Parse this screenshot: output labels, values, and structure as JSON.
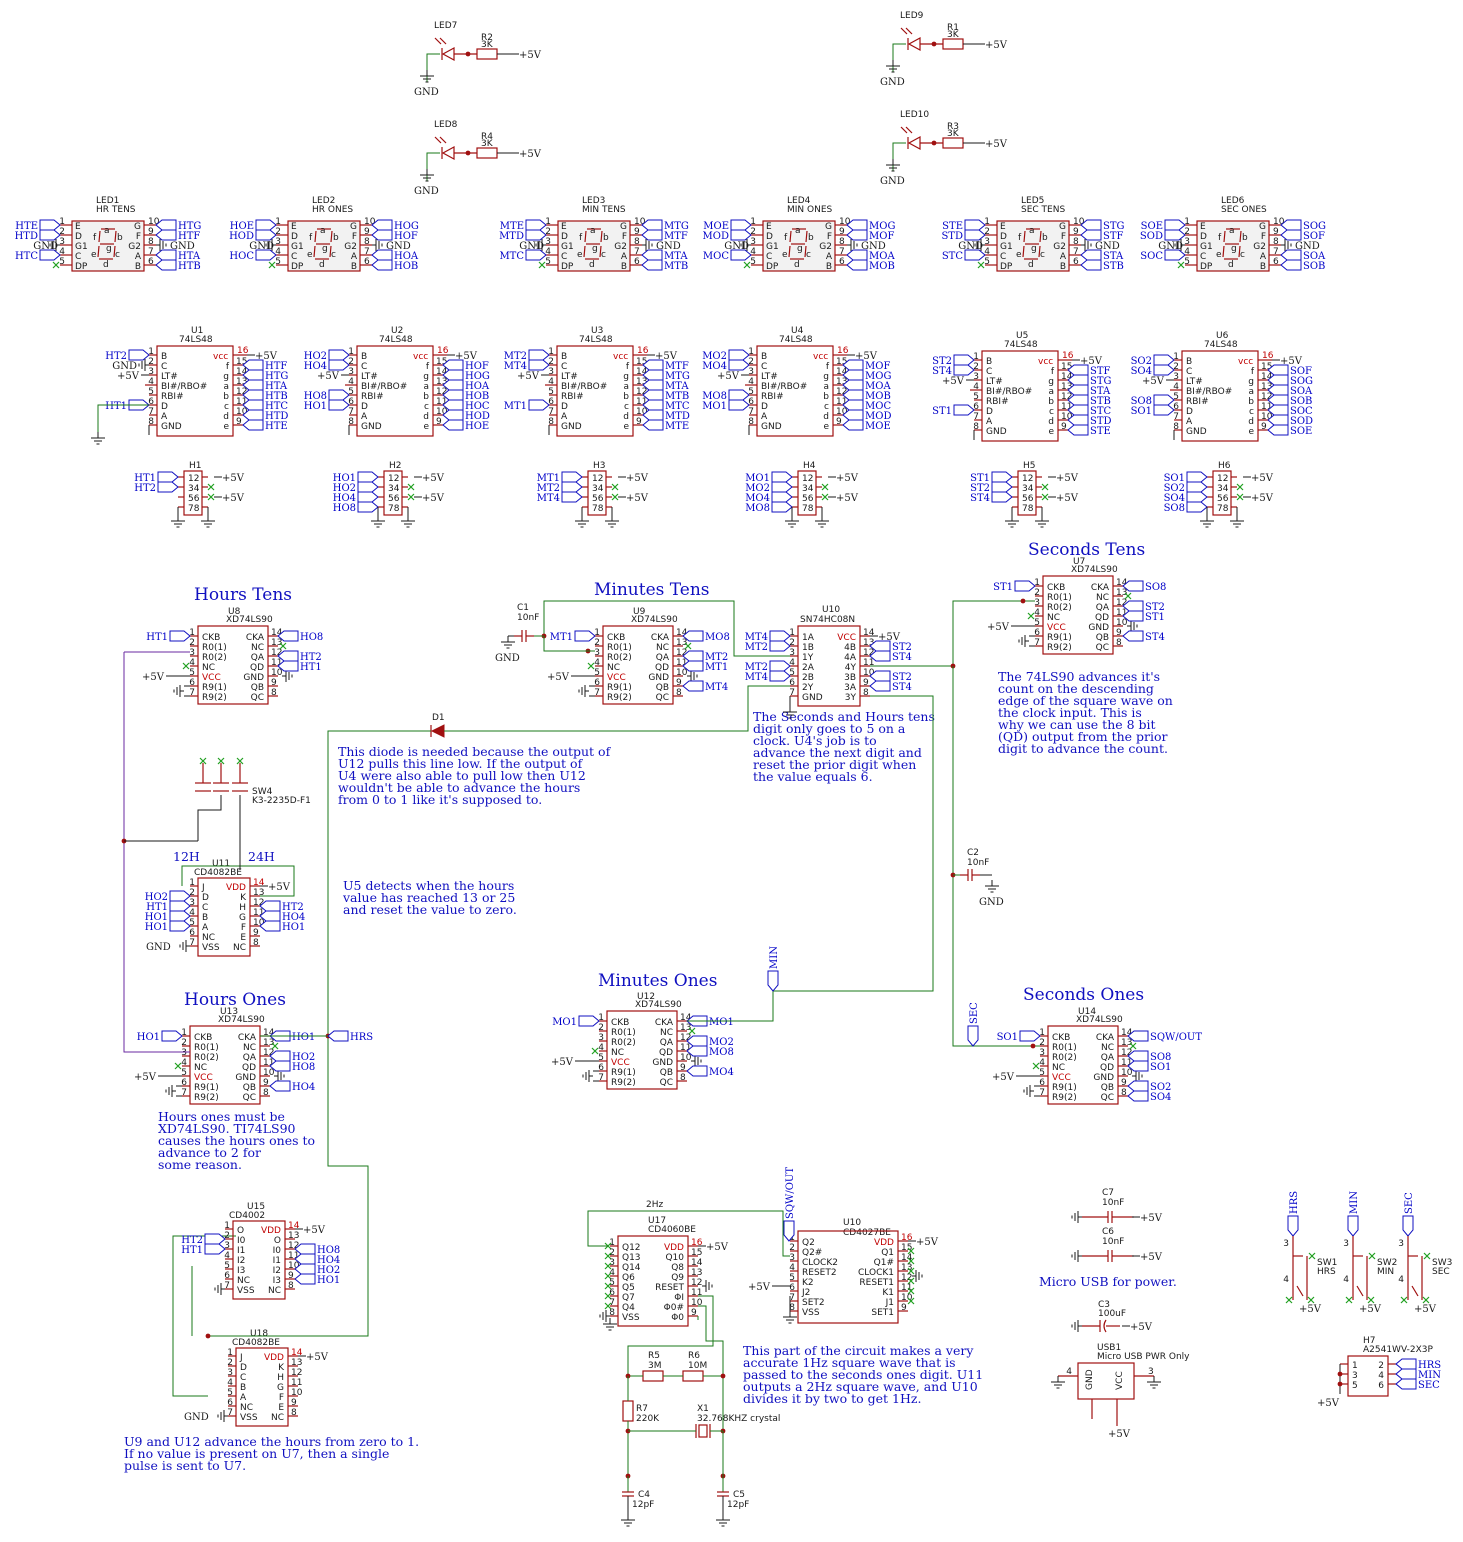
{
  "titles": {
    "hours_tens": "Hours Tens",
    "hours_ones": "Hours Ones",
    "minutes_tens": "Minutes Tens",
    "minutes_ones": "Minutes Ones",
    "seconds_tens": "Seconds Tens",
    "seconds_ones": "Seconds Ones"
  },
  "notes": {
    "diode": [
      "This diode is needed because the output of",
      "U12 pulls this line low. If the output of",
      "U4 were also able to pull low then U12",
      "wouldn't be able to advance the hours",
      "from 0 to 1 like it's supposed to."
    ],
    "tens_digit": [
      "The Seconds and Hours tens",
      "digit only goes to 5 on a",
      "clock. U4's job is to",
      "advance the next digit and",
      "reset the prior digit when",
      "the value equals 6."
    ],
    "ls90": [
      "The 74LS90 advances it's",
      "count on the descending",
      "edge of the square wave on",
      "the clock input. This is",
      "why we can use the 8 bit",
      "(QD) output from the prior",
      "digit to advance the count."
    ],
    "u5": [
      "U5 detects when the hours",
      "value has reached 13 or 25",
      "and reset the value to zero."
    ],
    "hours_ones": [
      "Hours ones must be",
      "XD74LS90. TI74LS90",
      "causes the hours ones to",
      "advance to 2 for",
      "some reason."
    ],
    "u9_u12": [
      "U9 and U12 advance the hours from zero to 1.",
      "If no value is present on U7, then a single",
      "pulse is sent to U7."
    ],
    "oscillator": [
      "This part of the circuit makes a very",
      "accurate 1Hz square wave that is",
      "passed to the seconds ones digit. U11",
      "outputs a 2Hz square wave, and U10",
      "divides it by two to get 1Hz."
    ],
    "usb": "Micro USB for power."
  },
  "leds": [
    {
      "ref": "LED7",
      "res": "R2",
      "val": "3K",
      "pwr": "+5V",
      "gnd": "GND"
    },
    {
      "ref": "LED8",
      "res": "R4",
      "val": "3K",
      "pwr": "+5V",
      "gnd": "GND"
    },
    {
      "ref": "LED9",
      "res": "R1",
      "val": "3K",
      "pwr": "+5V",
      "gnd": "GND"
    },
    {
      "ref": "LED10",
      "res": "R3",
      "val": "3K",
      "pwr": "+5V",
      "gnd": "GND"
    }
  ],
  "displays": [
    {
      "ref": "LED1",
      "name": "HR TENS",
      "left": [
        "HTE",
        "HTD",
        "GND",
        "HTC",
        ""
      ],
      "right": [
        "HTG",
        "HTF",
        "GND",
        "HTA",
        "HTB"
      ]
    },
    {
      "ref": "LED2",
      "name": "HR ONES",
      "left": [
        "HOE",
        "HOD",
        "GND",
        "HOC",
        ""
      ],
      "right": [
        "HOG",
        "HOF",
        "GND",
        "HOA",
        "HOB"
      ]
    },
    {
      "ref": "LED3",
      "name": "MIN TENS",
      "left": [
        "MTE",
        "MTD",
        "GND",
        "MTC",
        ""
      ],
      "right": [
        "MTG",
        "MTF",
        "GND",
        "MTA",
        "MTB"
      ]
    },
    {
      "ref": "LED4",
      "name": "MIN ONES",
      "left": [
        "MOE",
        "MOD",
        "GND",
        "MOC",
        ""
      ],
      "right": [
        "MOG",
        "MOF",
        "GND",
        "MOA",
        "MOB"
      ]
    },
    {
      "ref": "LED5",
      "name": "SEC TENS",
      "left": [
        "STE",
        "STD",
        "GND",
        "STC",
        ""
      ],
      "right": [
        "STG",
        "STF",
        "GND",
        "STA",
        "STB"
      ]
    },
    {
      "ref": "LED6",
      "name": "SEC ONES",
      "left": [
        "SOE",
        "SOD",
        "GND",
        "SOC",
        ""
      ],
      "right": [
        "SOG",
        "SOF",
        "GND",
        "SOA",
        "SOB"
      ]
    }
  ],
  "display_pins": {
    "left_nums": [
      "1",
      "2",
      "3",
      "4",
      "5"
    ],
    "right_nums": [
      "10",
      "9",
      "8",
      "7",
      "6"
    ],
    "left_names": [
      "E",
      "D",
      "G1",
      "C",
      "DP"
    ],
    "right_names": [
      "G",
      "F",
      "G2",
      "A",
      "B"
    ]
  },
  "decoders": [
    {
      "ref": "U1",
      "part": "74LS48",
      "in": [
        "HT2",
        "GND",
        "+5V",
        "",
        "",
        "HT1",
        ""
      ],
      "out": [
        "HTF",
        "HTG",
        "HTA",
        "HTB",
        "HTC",
        "HTD",
        "HTE"
      ]
    },
    {
      "ref": "U2",
      "part": "74LS48",
      "in": [
        "HO2",
        "HO4",
        "+5V",
        "",
        "HO8",
        "HO1",
        ""
      ],
      "out": [
        "HOF",
        "HOG",
        "HOA",
        "HOB",
        "HOC",
        "HOD",
        "HOE"
      ]
    },
    {
      "ref": "U3",
      "part": "74LS48",
      "in": [
        "MT2",
        "MT4",
        "+5V",
        "",
        "",
        "MT1",
        ""
      ],
      "out": [
        "MTF",
        "MTG",
        "MTA",
        "MTB",
        "MTC",
        "MTD",
        "MTE"
      ]
    },
    {
      "ref": "U4",
      "part": "74LS48",
      "in": [
        "MO2",
        "MO4",
        "+5V",
        "",
        "MO8",
        "MO1",
        ""
      ],
      "out": [
        "MOF",
        "MOG",
        "MOA",
        "MOB",
        "MOC",
        "MOD",
        "MOE"
      ]
    },
    {
      "ref": "U5",
      "part": "74LS48",
      "in": [
        "ST2",
        "ST4",
        "+5V",
        "",
        "",
        "ST1",
        ""
      ],
      "out": [
        "STF",
        "STG",
        "STA",
        "STB",
        "STC",
        "STD",
        "STE"
      ]
    },
    {
      "ref": "U6",
      "part": "74LS48",
      "in": [
        "SO2",
        "SO4",
        "+5V",
        "",
        "SO8",
        "SO1",
        ""
      ],
      "out": [
        "SOF",
        "SOG",
        "SOA",
        "SOB",
        "SOC",
        "SOD",
        "SOE"
      ]
    }
  ],
  "decoder_pins": {
    "left_nums": [
      "1",
      "2",
      "3",
      "4",
      "5",
      "6",
      "7",
      "8"
    ],
    "right_nums": [
      "15",
      "14",
      "13",
      "12",
      "11",
      "10",
      "9"
    ],
    "left_names": [
      "B",
      "C",
      "LT#",
      "BI#/RBO#",
      "RBI#",
      "D",
      "A",
      "GND"
    ],
    "right_names": [
      "f",
      "g",
      "a",
      "b",
      "c",
      "d",
      "e"
    ],
    "vcc": "vcc",
    "vcc_num": "16",
    "vcc_net": "+5V"
  },
  "headers": [
    {
      "ref": "H1",
      "nets": [
        "HT1",
        "HT2",
        "",
        ""
      ]
    },
    {
      "ref": "H2",
      "nets": [
        "HO1",
        "HO2",
        "HO4",
        "HO8"
      ]
    },
    {
      "ref": "H3",
      "nets": [
        "MT1",
        "MT2",
        "MT4",
        ""
      ]
    },
    {
      "ref": "H4",
      "nets": [
        "MO1",
        "MO2",
        "MO4",
        "MO8"
      ]
    },
    {
      "ref": "H5",
      "nets": [
        "ST1",
        "ST2",
        "ST4",
        ""
      ]
    },
    {
      "ref": "H6",
      "nets": [
        "SO1",
        "SO2",
        "SO4",
        "SO8"
      ]
    }
  ],
  "header_pins": {
    "rows": [
      "12",
      "34",
      "56",
      "78"
    ],
    "pwr": "+5V"
  },
  "counters": [
    {
      "ref": "U8",
      "part": "XD74LS90",
      "ckb": "HT1",
      "outs": [
        "HO8",
        "HT1",
        "HT2"
      ]
    },
    {
      "ref": "U9",
      "part": "XD74LS90",
      "ckb": "MT1",
      "outs": [
        "MO8",
        "MT1",
        "MT2",
        "MT4"
      ]
    },
    {
      "ref": "U7",
      "part": "XD74LS90",
      "ckb": "ST1",
      "outs": [
        "SO8",
        "ST1",
        "ST2",
        "ST4"
      ]
    },
    {
      "ref": "U13",
      "part": "XD74LS90",
      "ckb": "HO1",
      "outs": [
        "HO1",
        "HO8",
        "HO2",
        "HO4"
      ]
    },
    {
      "ref": "U12",
      "part": "XD74LS90",
      "ckb": "MO1",
      "outs": [
        "MO1",
        "MO8",
        "MO2",
        "MO4"
      ]
    },
    {
      "ref": "U14",
      "part": "XD74LS90",
      "ckb": "SO1",
      "outs": [
        "SQW/OUT",
        "SO1",
        "SO8",
        "SO2",
        "SO4"
      ]
    }
  ],
  "counter_pins": {
    "left": [
      "CKB",
      "R0(1)",
      "R0(2)",
      "NC",
      "VCC",
      "R9(1)",
      "R9(2)"
    ],
    "right": [
      "CKA",
      "NC",
      "QA",
      "QD",
      "GND",
      "QB",
      "QC"
    ],
    "lnum": [
      "1",
      "2",
      "3",
      "4",
      "5",
      "6",
      "7"
    ],
    "rnum": [
      "14",
      "13",
      "12",
      "11",
      "10",
      "9",
      "8"
    ]
  },
  "u10": {
    "ref": "U10",
    "part": "SN74HC08N",
    "left": [
      "1A",
      "1B",
      "1Y",
      "2A",
      "2B",
      "2Y",
      "GND"
    ],
    "right": [
      "VCC",
      "4B",
      "4A",
      "4Y",
      "3B",
      "3A",
      "3Y"
    ],
    "nets_l": [
      "MT4",
      "MT2",
      "",
      "MT2",
      "MT4",
      "",
      ""
    ],
    "nets_r": [
      "+5V",
      "ST2",
      "ST4",
      "",
      "ST2",
      "ST4",
      ""
    ]
  },
  "u11": {
    "ref": "U11",
    "part": "CD4082BE",
    "left": [
      "J",
      "D",
      "C",
      "B",
      "A",
      "NC",
      "VSS"
    ],
    "right": [
      "VDD",
      "K",
      "H",
      "G",
      "F",
      "E",
      "NC"
    ],
    "nets": [
      "HO2",
      "HT1",
      "HO1",
      "HO1",
      "HT2",
      "HO4",
      "HO1"
    ],
    "l12": "12H",
    "l24": "24H"
  },
  "u18": {
    "ref": "U18",
    "part": "CD4082BE",
    "left": [
      "J",
      "D",
      "C",
      "B",
      "A",
      "NC",
      "VSS"
    ],
    "right": [
      "VDD",
      "K",
      "H",
      "G",
      "F",
      "E",
      "NC"
    ]
  },
  "u15": {
    "ref": "U15",
    "part": "CD4002",
    "left": [
      "O",
      "I0",
      "I1",
      "I2",
      "I3",
      "NC",
      "VSS"
    ],
    "right": [
      "VDD",
      "O",
      "I0",
      "I1",
      "I2",
      "I3",
      "NC"
    ],
    "nets": [
      "HT2",
      "HT1",
      "HO8",
      "HO4",
      "HO2",
      "HO1"
    ]
  },
  "u17": {
    "ref": "U17",
    "part": "CD4060BE",
    "left": [
      "Q12",
      "Q13",
      "Q14",
      "Q6",
      "Q5",
      "Q7",
      "Q4",
      "VSS"
    ],
    "right": [
      "VDD",
      "Q10",
      "Q8",
      "Q9",
      "RESET",
      "ΦI",
      "Φ0#",
      "Φ0"
    ],
    "hz": "2Hz"
  },
  "u10b": {
    "ref": "U10",
    "part": "CD4027BE",
    "left": [
      "Q2",
      "Q2#",
      "CLOCK2",
      "RESET2",
      "K2",
      "J2",
      "SET2",
      "VSS"
    ],
    "right": [
      "VDD",
      "Q1",
      "Q1#",
      "CLOCK1",
      "RESET1",
      "K1",
      "J1",
      "SET1"
    ]
  },
  "diode": {
    "ref": "D1"
  },
  "sw4": {
    "ref": "SW4",
    "part": "K3-2235D-F1"
  },
  "caps": [
    {
      "ref": "C1",
      "val": "10nF"
    },
    {
      "ref": "C2",
      "val": "10nF"
    },
    {
      "ref": "C7",
      "val": "10nF"
    },
    {
      "ref": "C6",
      "val": "10nF"
    },
    {
      "ref": "C3",
      "val": "100uF"
    },
    {
      "ref": "C4",
      "val": "12pF"
    },
    {
      "ref": "C5",
      "val": "12pF"
    }
  ],
  "resistors": [
    {
      "ref": "R5",
      "val": "3M"
    },
    {
      "ref": "R6",
      "val": "10M"
    },
    {
      "ref": "R7",
      "val": "220K"
    }
  ],
  "crystal": {
    "ref": "X1",
    "val": "32.768KHZ crystal"
  },
  "usb": {
    "ref": "USB1",
    "part": "Micro USB PWR Only",
    "gnd": "GND",
    "vcc": "VCC"
  },
  "switches": [
    {
      "ref": "SW1",
      "name": "HRS",
      "net": "HRS"
    },
    {
      "ref": "SW2",
      "name": "MIN",
      "net": "MIN"
    },
    {
      "ref": "SW3",
      "name": "SEC",
      "net": "SEC"
    }
  ],
  "h7": {
    "ref": "H7",
    "part": "A2541WV-2X3P",
    "nets": [
      "HRS",
      "MIN",
      "SEC"
    ]
  },
  "ports": {
    "hrs": "HRS",
    "min": "MIN",
    "sec": "SEC",
    "sqw": "SQW/OUT"
  },
  "power": {
    "p5": "+5V",
    "gnd": "GND"
  }
}
